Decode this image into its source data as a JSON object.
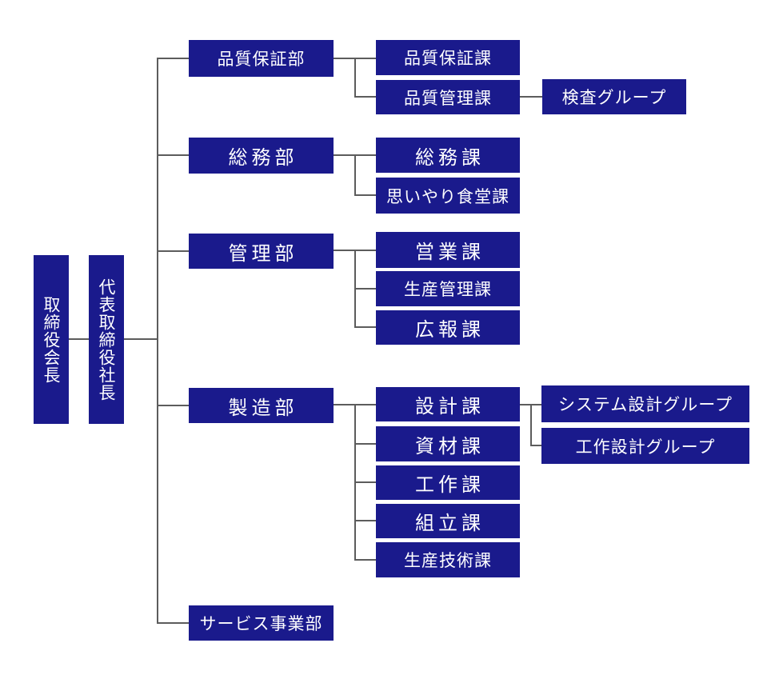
{
  "diagram": {
    "type": "organization-chart",
    "colors": {
      "node_fill": "#1a1a8c",
      "node_text": "#ffffff",
      "connector": "#5c5c5c",
      "background": "#ffffff"
    },
    "executives": [
      {
        "label": "取締役会長"
      },
      {
        "label": "代表取締役社長"
      }
    ],
    "departments": [
      {
        "label": "品質保証部",
        "sections": [
          {
            "label": "品質保証課",
            "groups": []
          },
          {
            "label": "品質管理課",
            "groups": [
              {
                "label": "検査グループ"
              }
            ]
          }
        ]
      },
      {
        "label": "総務部",
        "sections": [
          {
            "label": "総務課",
            "groups": []
          },
          {
            "label": "思いやり食堂課",
            "groups": []
          }
        ]
      },
      {
        "label": "管理部",
        "sections": [
          {
            "label": "営業課",
            "groups": []
          },
          {
            "label": "生産管理課",
            "groups": []
          },
          {
            "label": "広報課",
            "groups": []
          }
        ]
      },
      {
        "label": "製造部",
        "sections": [
          {
            "label": "設計課",
            "groups": [
              {
                "label": "システム設計グループ"
              },
              {
                "label": "工作設計グループ"
              }
            ]
          },
          {
            "label": "資材課",
            "groups": []
          },
          {
            "label": "工作課",
            "groups": []
          },
          {
            "label": "組立課",
            "groups": []
          },
          {
            "label": "生産技術課",
            "groups": []
          }
        ]
      },
      {
        "label": "サービス事業部",
        "sections": []
      }
    ]
  }
}
